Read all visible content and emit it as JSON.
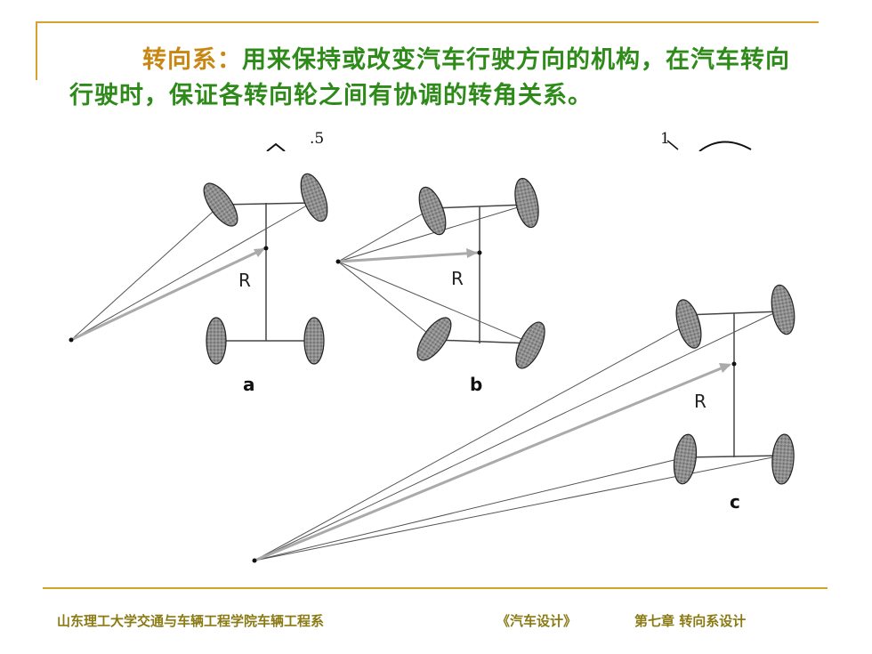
{
  "slide": {
    "term": "转向系",
    "colon": "：",
    "definition": "用来保持或改变汽车行驶方向的机构，在汽车转向行驶时，保证各转向轮之间有协调的转角关系。"
  },
  "figure": {
    "scrap_label_5": ".5",
    "scrap_label_1": "1",
    "panel_labels": {
      "a": "a",
      "b": "b",
      "c": "c"
    },
    "radius_label": "R"
  },
  "footer": {
    "school": "山东理工大学交通与车辆工程学院车辆工程系",
    "course": "《汽车设计》",
    "chapter": "第七章 转向系设计"
  },
  "colors": {
    "text_green": "#2e8b1a",
    "term_orange": "#c88712",
    "rule_gold": "#d4a32a",
    "footer_olive": "#8a7a14"
  }
}
